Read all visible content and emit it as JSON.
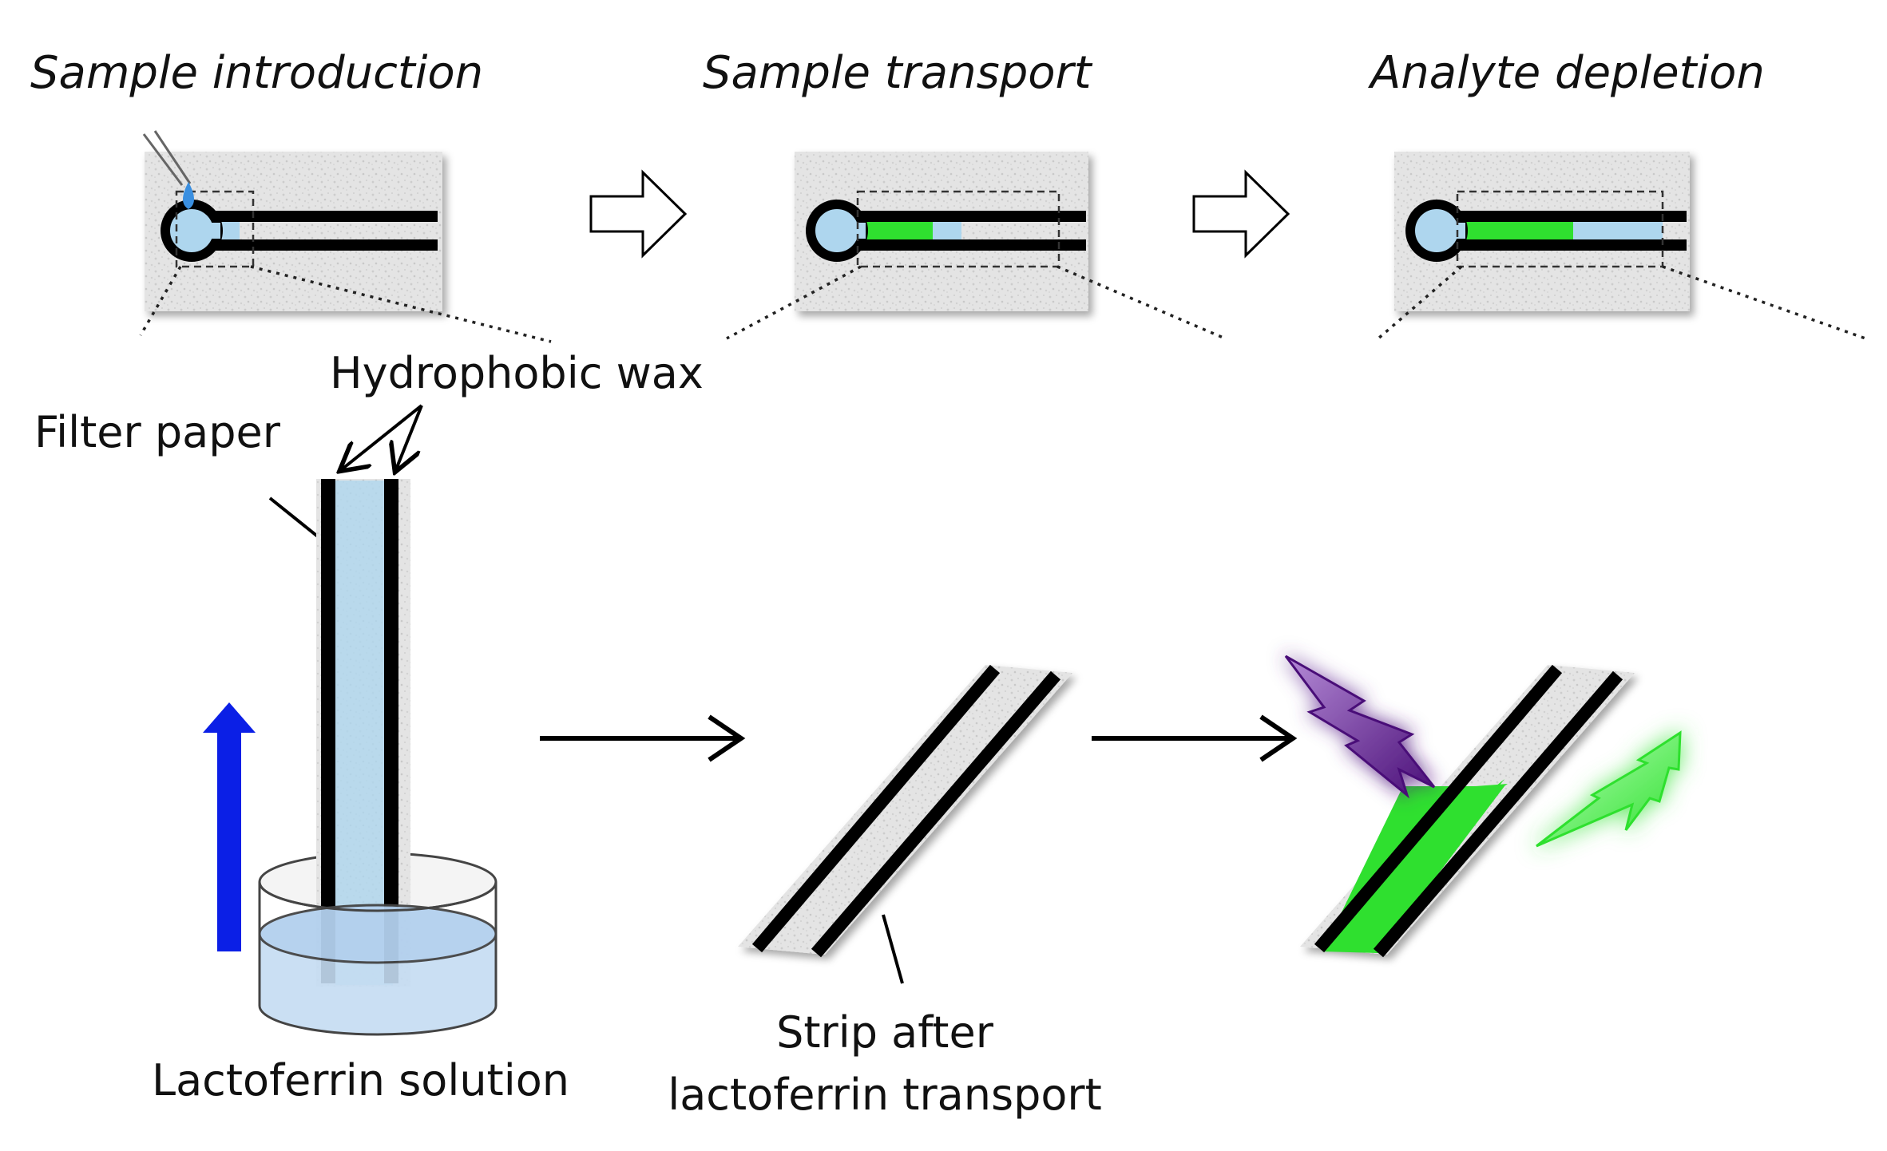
{
  "steps": [
    {
      "title": "Sample introduction"
    },
    {
      "title": "Sample transport"
    },
    {
      "title": "Analyte depletion"
    }
  ],
  "labels": {
    "hydrophobic_wax": "Hydrophobic wax",
    "filter_paper": "Filter paper",
    "lactoferrin_solution": "Lactoferrin solution",
    "strip_after_line1": "Strip after",
    "strip_after_line2": "lactoferrin transport"
  },
  "colors": {
    "wax": "#000000",
    "paper": "#e6e6e6",
    "sample_liquid": "#aed6ee",
    "fluorescence_green": "#2fe02f",
    "excitation_purple": "#6a1f9a",
    "flow_arrow_blue": "#0b1fe6",
    "solution": "#c4dbf2"
  },
  "icons": {
    "flow_arrow": "blue-up-arrow-icon",
    "excitation": "purple-lightning-icon",
    "emission": "green-lightning-icon",
    "pipette": "pipette-tip-icon"
  }
}
